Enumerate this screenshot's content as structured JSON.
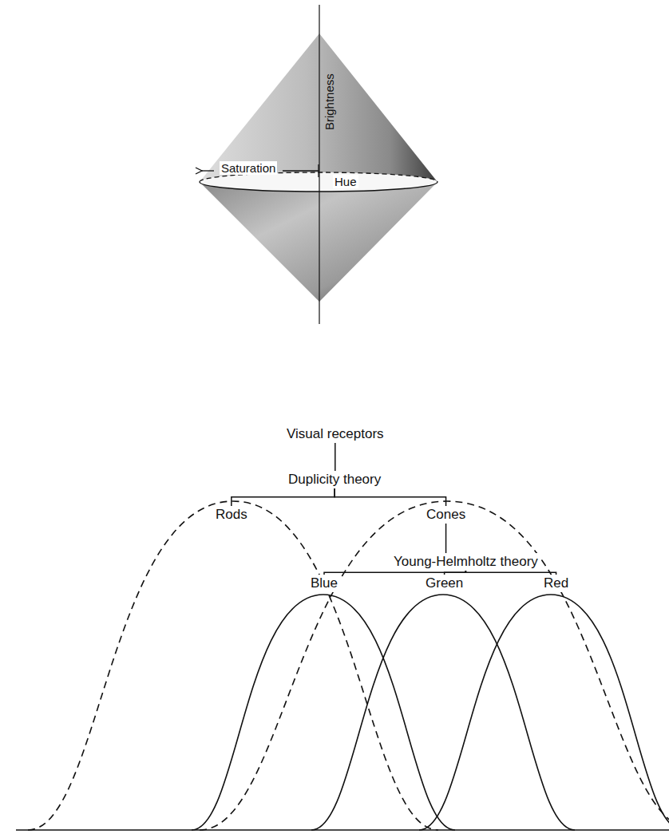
{
  "diagram": {
    "nodes": [
      {
        "text": [
          "Visual receptors"
        ]
      },
      {
        "text": [
          "Duplicity theory"
        ]
      },
      {
        "text": [
          "Rods"
        ]
      },
      {
        "text": [
          "Cones"
        ]
      },
      {
        "text": [
          "Young-Helmholtz theory"
        ]
      },
      {
        "text": [
          "Blue"
        ]
      },
      {
        "text": [
          "Green"
        ]
      },
      {
        "text": [
          "Red"
        ]
      }
    ],
    "edges": [
      {
        "from": 0,
        "to": 1,
        "arrow": "none"
      },
      {
        "from": 1,
        "to": 2,
        "arrow": "none"
      },
      {
        "from": 1,
        "to": 3,
        "arrow": "none"
      },
      {
        "from": 3,
        "to": 4,
        "arrow": "none"
      },
      {
        "from": 4,
        "to": 5,
        "arrow": "none"
      },
      {
        "from": 4,
        "to": 6,
        "arrow": "none"
      },
      {
        "from": 4,
        "to": 7,
        "arrow": "none"
      }
    ],
    "labels": [
      "Brightness",
      "Saturation",
      "Hue"
    ]
  }
}
